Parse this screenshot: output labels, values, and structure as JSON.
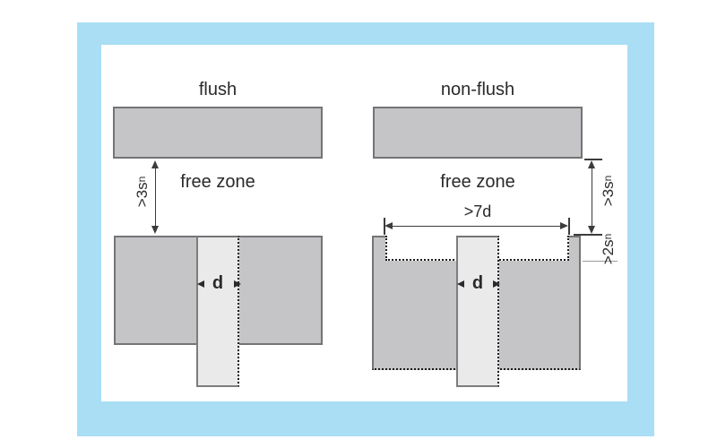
{
  "colors": {
    "frame": "#a9def5",
    "surface": "#ffffff",
    "block_fill": "#c5c5c7",
    "block_border": "#747477",
    "sensor_fill": "#eaeaeb",
    "sensor_border": "#7d7d80",
    "dotted": "#1b1b1b",
    "line": "#3c3c3c",
    "text": "#2a2a2a",
    "ref_line": "#9b9b9b"
  },
  "left": {
    "title": "flush",
    "free_zone_label": "free zone",
    "clearance_dim": {
      "text": ">3s",
      "sub": "n"
    },
    "diameter_label": "d"
  },
  "right": {
    "title": "non-flush",
    "free_zone_label": "free zone",
    "clearance_dim": {
      "text": ">3s",
      "sub": "n"
    },
    "recess_depth_dim": {
      "text": ">2s",
      "sub": "n"
    },
    "free_zone_width_dim": ">7d",
    "diameter_label": "d"
  }
}
